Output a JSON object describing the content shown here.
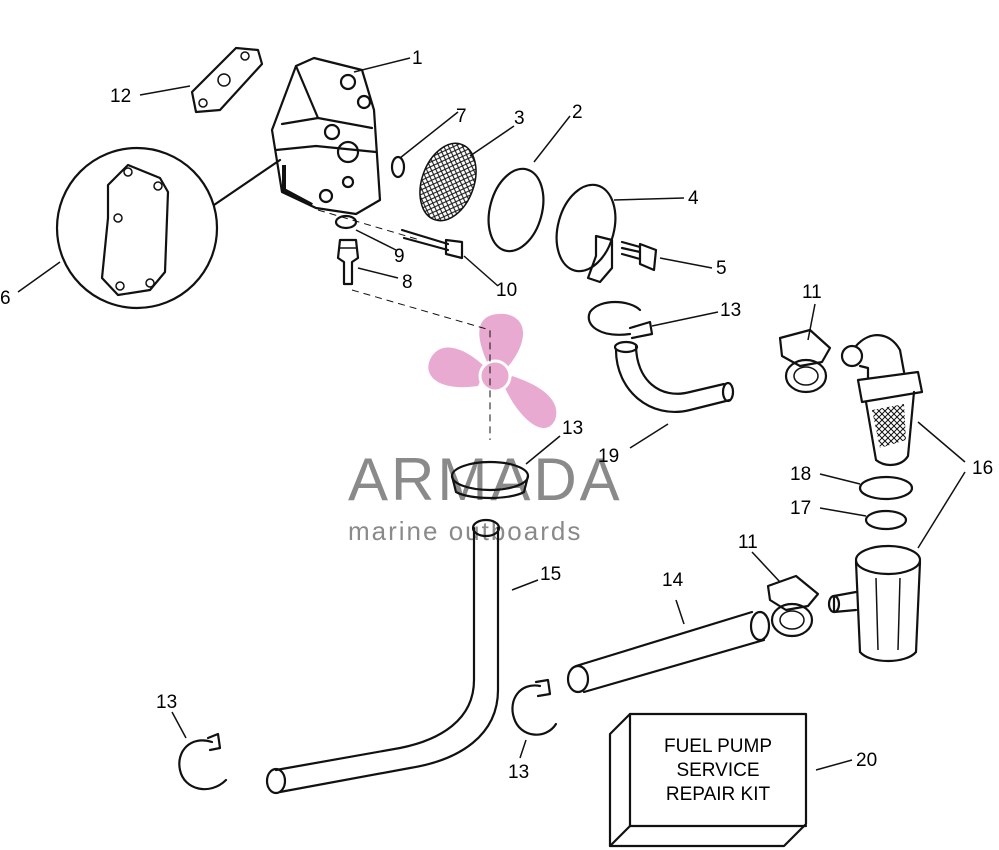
{
  "diagram": {
    "callouts": [
      {
        "id": "c1",
        "text": "1"
      },
      {
        "id": "c2",
        "text": "2"
      },
      {
        "id": "c3",
        "text": "3"
      },
      {
        "id": "c4",
        "text": "4"
      },
      {
        "id": "c5",
        "text": "5"
      },
      {
        "id": "c6",
        "text": "6"
      },
      {
        "id": "c7",
        "text": "7"
      },
      {
        "id": "c8",
        "text": "8"
      },
      {
        "id": "c9",
        "text": "9"
      },
      {
        "id": "c10",
        "text": "10"
      },
      {
        "id": "c11a",
        "text": "11"
      },
      {
        "id": "c11b",
        "text": "11"
      },
      {
        "id": "c12",
        "text": "12"
      },
      {
        "id": "c13a",
        "text": "13"
      },
      {
        "id": "c13b",
        "text": "13"
      },
      {
        "id": "c13c",
        "text": "13"
      },
      {
        "id": "c13d",
        "text": "13"
      },
      {
        "id": "c14",
        "text": "14"
      },
      {
        "id": "c15",
        "text": "15"
      },
      {
        "id": "c16",
        "text": "16"
      },
      {
        "id": "c17",
        "text": "17"
      },
      {
        "id": "c18",
        "text": "18"
      },
      {
        "id": "c19",
        "text": "19"
      },
      {
        "id": "c20",
        "text": "20"
      }
    ],
    "kit_label": [
      "FUEL PUMP",
      "SERVICE",
      "REPAIR KIT"
    ],
    "watermark": {
      "brand": "ARMADA",
      "tagline": "marine outboards",
      "colors": {
        "logo_pink": "#e7a6cf",
        "text_gray": "#8a8a8a"
      }
    }
  }
}
